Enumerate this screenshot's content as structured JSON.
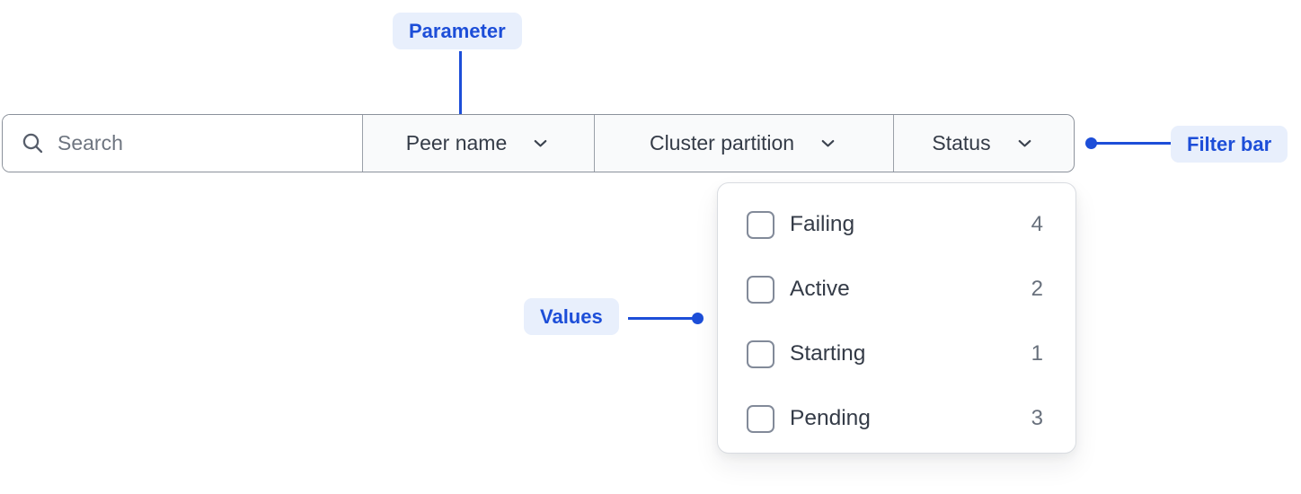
{
  "annotations": {
    "parameter": {
      "label": "Parameter"
    },
    "filter_bar": {
      "label": "Filter bar"
    },
    "values": {
      "label": "Values"
    }
  },
  "filter_bar": {
    "search": {
      "placeholder": "Search"
    },
    "dropdowns": [
      {
        "label": "Peer name",
        "expanded": false
      },
      {
        "label": "Cluster partition",
        "expanded": false
      },
      {
        "label": "Status",
        "expanded": true
      }
    ]
  },
  "status_menu": {
    "items": [
      {
        "label": "Failing",
        "count": "4",
        "checked": false
      },
      {
        "label": "Active",
        "count": "2",
        "checked": false
      },
      {
        "label": "Starting",
        "count": "1",
        "checked": false
      },
      {
        "label": "Pending",
        "count": "3",
        "checked": false
      }
    ]
  },
  "colors": {
    "accent": "#1d4ed8",
    "annotation_badge_bg": "#e8effc",
    "bar_border": "#8b919b",
    "segment_bg": "#f9fafb",
    "segment_divider": "#9aa0a8",
    "panel_border": "#d9dce1",
    "primary_text": "#343b47",
    "muted_text": "#68707c",
    "checkbox_border": "#828a99"
  }
}
